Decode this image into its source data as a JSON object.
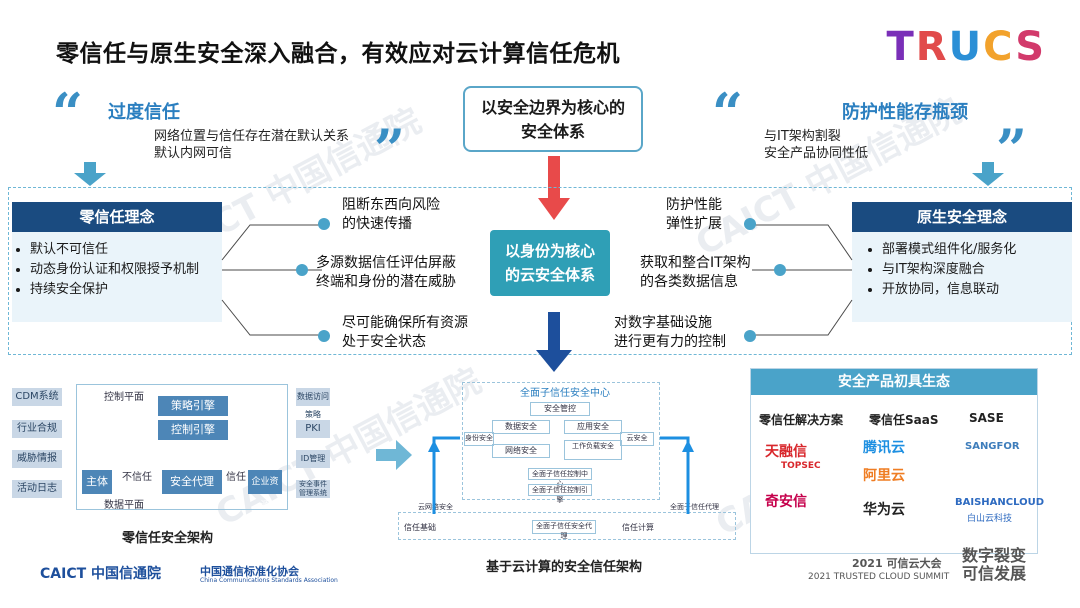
{
  "title": "零信任与原生安全深入融合，有效应对云计算信任危机",
  "brand": [
    "T",
    "R",
    "U",
    "C",
    "S"
  ],
  "quote_open": "“",
  "quote_close": "”",
  "left_top": {
    "heading": "过度信任",
    "lines": [
      "网络位置与信任存在潜在默认关系",
      "默认内网可信"
    ]
  },
  "right_top": {
    "heading": "防护性能存瓶颈",
    "lines": [
      "与IT架构割裂",
      "安全产品协同性低"
    ]
  },
  "center_top": [
    "以安全边界为核心的",
    "安全体系"
  ],
  "left_panel": {
    "header": "零信任理念",
    "bullets": [
      "默认不可信任",
      "动态身份认证和权限授予机制",
      "持续安全保护"
    ]
  },
  "right_panel": {
    "header": "原生安全理念",
    "bullets": [
      "部署模式组件化/服务化",
      "与IT架构深度融合",
      "开放协同，信息联动"
    ]
  },
  "center_core": [
    "以身份为核心",
    "的云安全体系"
  ],
  "left_mid": [
    [
      "阻断东西向风险",
      "的快速传播"
    ],
    [
      "多源数据信任评估屏蔽",
      "终端和身份的潜在威胁"
    ],
    [
      "尽可能确保所有资源",
      "处于安全状态"
    ]
  ],
  "right_mid": [
    [
      "防护性能",
      "弹性扩展"
    ],
    [
      "获取和整合IT架构",
      "的各类数据信息"
    ],
    [
      "对数字基础设施",
      "进行更有力的控制"
    ]
  ],
  "zt_arch": {
    "caption": "零信任安全架构",
    "left_inputs": [
      "CDM系统",
      "行业合规",
      "威胁情报",
      "活动日志"
    ],
    "right_inputs": [
      "数据访问策略",
      "PKI",
      "ID管理",
      "安全事件管理系统"
    ],
    "control_plane": "控制平面",
    "data_plane": "数据平面",
    "policy_engine": "策略引擎",
    "policy_admin": "控制引擎",
    "subject": "主体",
    "untrusted": "不信任",
    "trusted": "信任",
    "security_proxy": "安全代理",
    "enterprise_resource": "企业资源"
  },
  "cloud_arch": {
    "caption": "基于云计算的安全信任架构",
    "center_title": "全面子信任安全中心",
    "modules": [
      "安全管控",
      "数据安全",
      "应用安全",
      "网络安全",
      "工作负载安全",
      "身份安全",
      "云安全",
      "全面子信任控制中心",
      "全面子信任控制引擎"
    ],
    "bottom": [
      "信任基础",
      "全面子信任安全代理",
      "信任计算"
    ],
    "corner_left": "云网络安全",
    "corner_right": "全面子信任代理"
  },
  "ecosystem": {
    "header": "安全产品初具生态",
    "col_headers": [
      "零信任解决方案",
      "零信任SaaS",
      "SASE"
    ],
    "logos": [
      [
        "天融信",
        "腾讯云",
        "SANGFOR"
      ],
      [
        "TOPSEC",
        "阿里云",
        "BAISHANCLOUD"
      ],
      [
        "奇安信",
        "华为云",
        "白山云科技"
      ]
    ],
    "logo_colors": [
      "#d8262b",
      "#1d8fe1",
      "#3e7dbb",
      "#ef7d23",
      "#c5004b",
      "#2d6ac0"
    ]
  },
  "footer": {
    "caict": "CAICT 中国信通院",
    "ccsa": "中国通信标准化协会",
    "ccsa_en": "China Communications Standards Association",
    "event_cn": "2021 可信云大会",
    "event_en": "2021 TRUSTED CLOUD SUMMIT",
    "slogan": [
      "数字裂变",
      "可信发展"
    ]
  },
  "watermark": "CAICT 中国信通院",
  "colors": {
    "dark_blue": "#1a4b80",
    "accent_teal": "#2f9fb6",
    "light_blue": "#4aa3c9",
    "red_arrow": "#e84a4a",
    "blue_arrow": "#1d4f9c"
  }
}
